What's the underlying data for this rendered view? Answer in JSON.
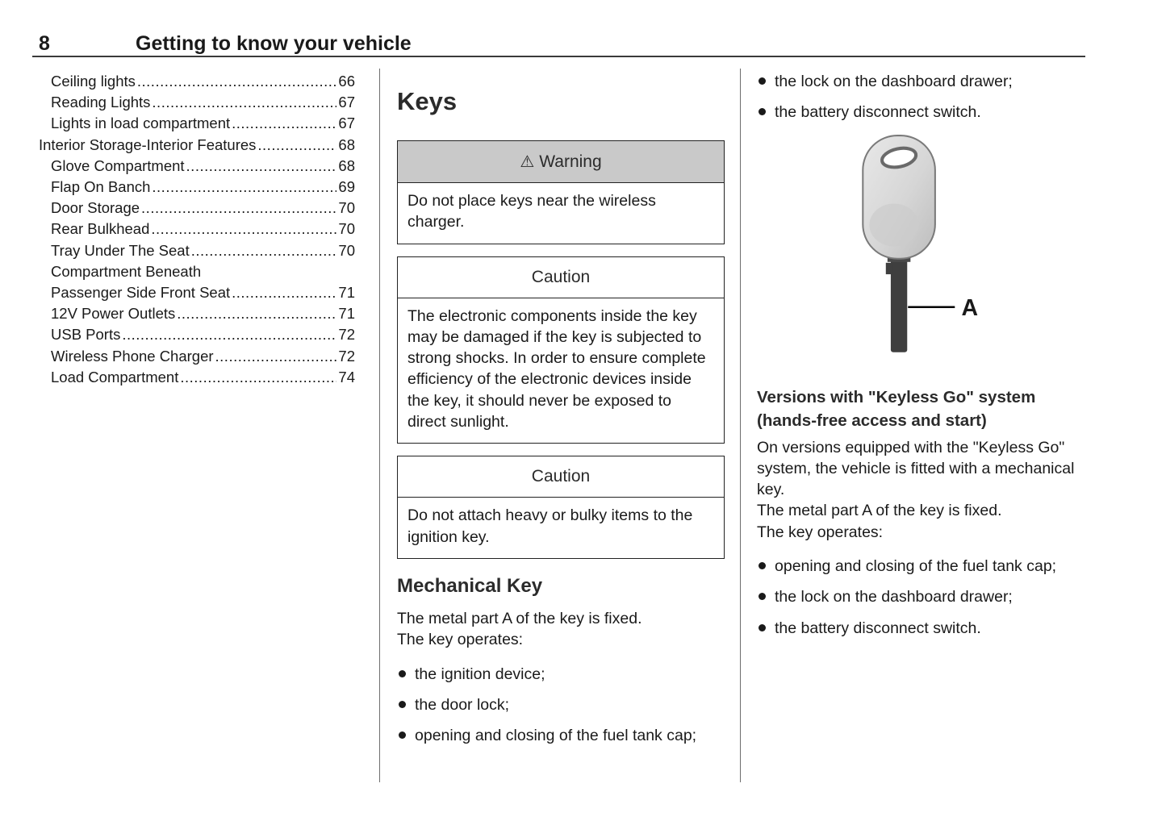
{
  "page": {
    "number": "8",
    "title": "Getting to know your vehicle"
  },
  "toc": {
    "items": [
      {
        "label": "Ceiling lights",
        "page": "66"
      },
      {
        "label": "Reading Lights",
        "page": "67"
      },
      {
        "label": "Lights in load compartment",
        "page": "67"
      },
      {
        "label": "Interior Storage-Interior Features",
        "page": "68"
      },
      {
        "label": "Glove Compartment",
        "page": "68"
      },
      {
        "label": "Flap On Banch",
        "page": "69"
      },
      {
        "label": "Door Storage",
        "page": "70"
      },
      {
        "label": "Rear Bulkhead",
        "page": "70"
      },
      {
        "label": "Tray Under The Seat",
        "page": "70"
      },
      {
        "label": "Compartment Beneath",
        "page": ""
      },
      {
        "label": "Passenger Side Front Seat",
        "page": "71"
      },
      {
        "label": "12V Power Outlets",
        "page": "71"
      },
      {
        "label": "USB Ports",
        "page": "72"
      },
      {
        "label": "Wireless Phone Charger",
        "page": "72"
      },
      {
        "label": "Load Compartment",
        "page": "74"
      }
    ]
  },
  "middle": {
    "title": "Keys",
    "warning": {
      "icon": "⚠",
      "title": "Warning",
      "body": "Do not place keys near the wireless charger."
    },
    "caution1": {
      "title": "Caution",
      "body": "The electronic components inside the key may be damaged if the key is subjected to strong shocks. In order to ensure complete efficiency of the electronic devices inside the key, it should never be exposed to direct sunlight."
    },
    "caution2": {
      "title": "Caution",
      "body": "Do not attach heavy or bulky items to the ignition key."
    },
    "mechanical": {
      "title": "Mechanical Key",
      "intro1": "The metal part A of the key is fixed.",
      "intro2": "The key operates:",
      "bullets": [
        "the ignition device;",
        "the door lock;",
        "opening and closing of the fuel tank cap;"
      ]
    }
  },
  "right": {
    "top_bullets": [
      "the lock on the dashboard drawer;",
      "the battery disconnect switch."
    ],
    "figure": {
      "label": "A"
    },
    "keyless": {
      "heading_line1": "Versions with \"Keyless Go\" system",
      "heading_line2": "(hands-free access and start)",
      "para1": "On versions equipped with the \"Keyless Go\" system, the vehicle is fitted with a mechanical key.",
      "para2": "The metal part A of the key is fixed.",
      "para3": "The key operates:",
      "bullets": [
        "opening and closing of the fuel tank cap;",
        "the lock on the dashboard drawer;",
        "the battery disconnect switch."
      ]
    }
  }
}
